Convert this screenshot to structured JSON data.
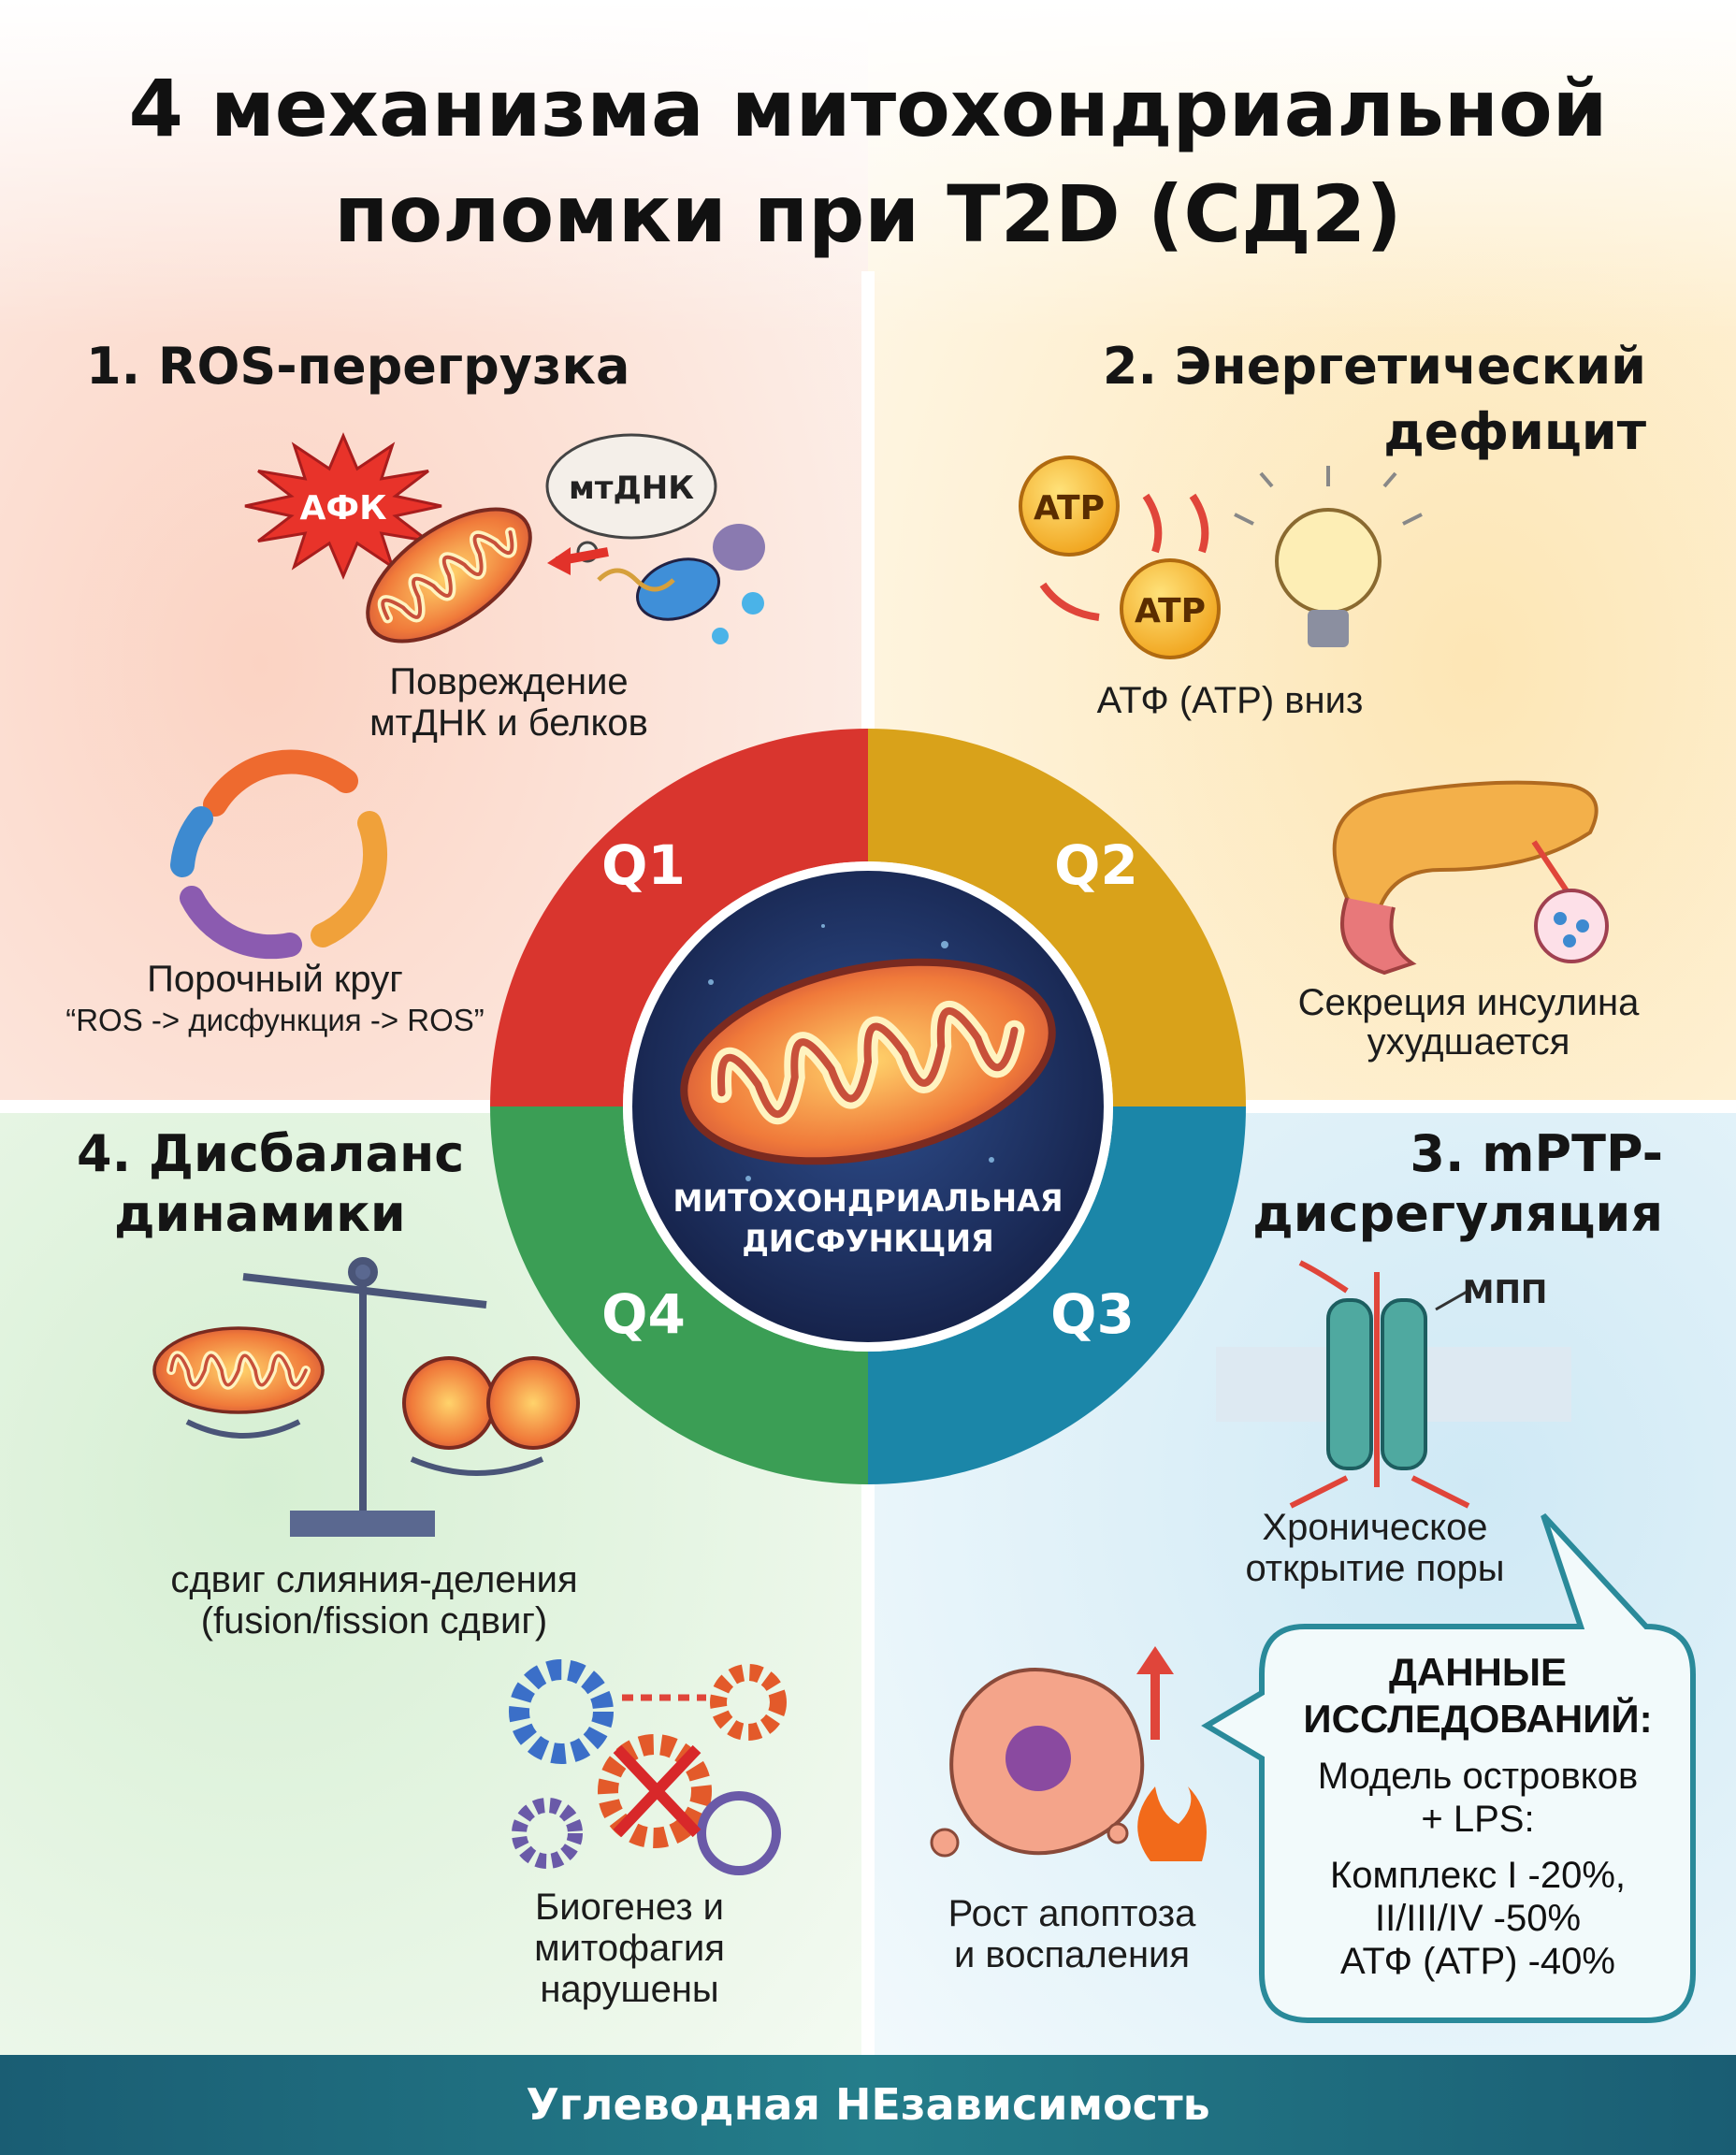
{
  "title": {
    "line1": "4 механизма митохондриальной",
    "line2": "поломки при T2D (СД2)"
  },
  "center": {
    "line1": "МИТОХОНДРИАЛЬНАЯ",
    "line2": "ДИСФУНКЦИЯ",
    "icon": "mitochondrion-icon"
  },
  "ring": {
    "q1": "Q1",
    "q2": "Q2",
    "q3": "Q3",
    "q4": "Q4"
  },
  "q1": {
    "heading": "1. ROS-перегрузка",
    "badge_afk": "АФК",
    "cloud_mtdna": "мтДНК",
    "damage": [
      "Повреждение",
      "мтДНК и белков"
    ],
    "cycle": [
      "Порочный круг",
      "“ROS -> дисфункция -> ROS”"
    ]
  },
  "q2": {
    "heading": [
      "2. Энергетический",
      "дефицит"
    ],
    "coin1": "ATP",
    "coin2": "ATP",
    "atp_down": "АТФ (АТР) вниз",
    "insulin": [
      "Секреция инсулина",
      "ухудшается"
    ]
  },
  "q3": {
    "heading": [
      "3. mPTP-",
      "дисрегуляция"
    ],
    "pore_label": "МПП",
    "pore": [
      "Хроническое",
      "открытие поры"
    ],
    "apoptosis": [
      "Рост апоптоза",
      "и воспаления"
    ],
    "data_box": {
      "title": [
        "ДАННЫЕ",
        "ИССЛЕДОВАНИЙ:"
      ],
      "lines": [
        "Модель островков",
        "+ LPS:",
        "Комплекс I -20%,",
        "II/III/IV -50%",
        "АТФ (АТР) -40%"
      ]
    }
  },
  "q4": {
    "heading": [
      "4. Дисбаланс",
      "динамики"
    ],
    "shift": [
      "сдвиг слияния-деления",
      "(fusion/fission сдвиг)"
    ],
    "biogenesis": [
      "Биогенез и",
      "митофагия",
      "нарушены"
    ]
  },
  "footer": "Углеводная НЕзависимость",
  "colors": {
    "q1": "#d9352e",
    "q2": "#d9a21a",
    "q3": "#1b86a8",
    "q4": "#3b9e55",
    "center": "#1b2a58",
    "footer": "#1f6f80"
  }
}
